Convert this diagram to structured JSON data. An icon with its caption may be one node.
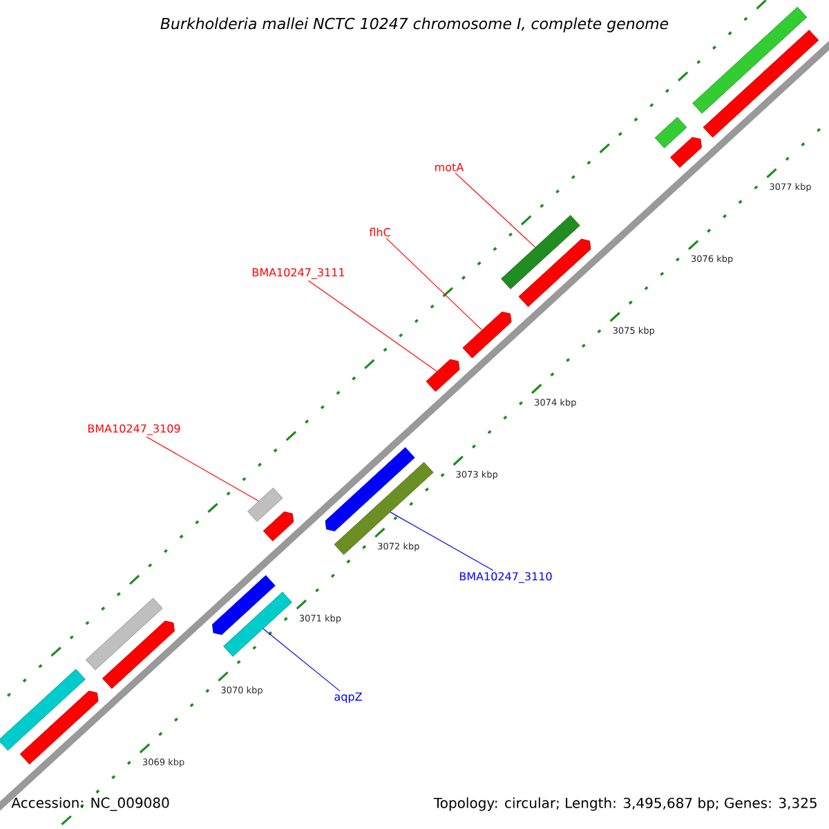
{
  "diagram": {
    "title": "Burkholderia mallei NCTC 10247 chromosome I, complete genome",
    "nodes": [
      {
        "text": [],
        "shape": "bar"
      },
      {
        "text": [],
        "shape": "bar"
      },
      {
        "text": [],
        "shape": "bar"
      },
      {
        "text": [],
        "shape": "bar"
      },
      {
        "text": [
          "motA"
        ]
      },
      {
        "text": [],
        "shape": "bar"
      },
      {
        "text": [],
        "shape": "bar"
      },
      {
        "text": [
          "flhC"
        ]
      },
      {
        "text": [
          "BMA10247_3111"
        ]
      },
      {
        "text": [],
        "shape": "bar"
      },
      {
        "text": [],
        "shape": "bar"
      },
      {
        "text": [
          "BMA10247_3109"
        ]
      },
      {
        "text": [],
        "shape": "bar"
      },
      {
        "text": [],
        "shape": "bar"
      },
      {
        "text": [],
        "shape": "bar"
      },
      {
        "text": [],
        "shape": "bar"
      },
      {
        "text": [
          "BMA10247_3110"
        ]
      },
      {
        "text": [],
        "shape": "bar"
      },
      {
        "text": [],
        "shape": "bar"
      },
      {
        "text": [],
        "shape": "bar"
      },
      {
        "text": [],
        "shape": "bar"
      },
      {
        "text": [
          "aqpZ"
        ]
      },
      {
        "text": [],
        "shape": "bar"
      },
      {
        "text": [],
        "shape": "bar"
      }
    ],
    "edges": [
      {
        "from": 4,
        "to": 5,
        "arrow": "none"
      },
      {
        "from": 7,
        "to": 9,
        "arrow": "none"
      },
      {
        "from": 8,
        "to": 10,
        "arrow": "none"
      },
      {
        "from": 11,
        "to": 12,
        "arrow": "none"
      },
      {
        "from": 16,
        "to": 15,
        "arrow": "none",
        "color": "#0000ff"
      },
      {
        "from": 21,
        "to": 18,
        "arrow": "none",
        "color": "#0000ff"
      }
    ],
    "labels": [
      "3077 kbp",
      "3076 kbp",
      "3075 kbp",
      "3074 kbp",
      "3073 kbp",
      "3072 kbp",
      "3071 kbp",
      "3070 kbp",
      "3069 kbp",
      "Accession: NC_009080",
      "Topology: circular; Length: 3,495,687 bp; Genes: 3,325"
    ]
  }
}
